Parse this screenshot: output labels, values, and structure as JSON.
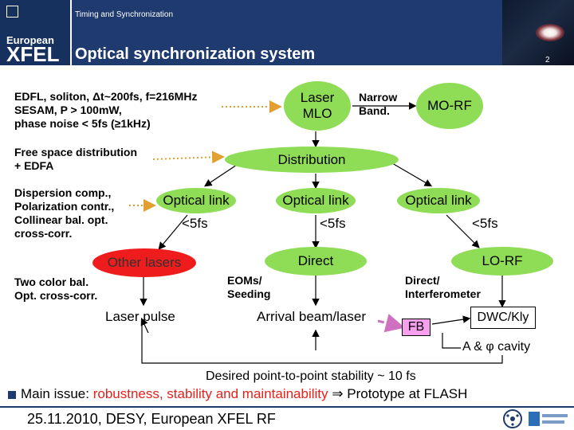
{
  "header": {
    "logo_top": "European",
    "logo_bottom": "XFEL",
    "subtitle": "Timing and Synchronization",
    "title": "Optical synchronization system",
    "page_number": "2"
  },
  "notes": {
    "edfl": [
      "EDFL, soliton, Δt~200fs, f=216MHz",
      "SESAM, P > 100mW,",
      "phase noise < 5fs (≥1kHz)"
    ],
    "free_space": [
      "Free space distribution",
      "+ EDFA"
    ],
    "dispersion": [
      "Dispersion comp.,",
      "Polarization contr.,",
      "Collinear bal. opt.",
      "cross-corr."
    ],
    "two_color": [
      "Two color bal.",
      "Opt. cross-corr."
    ],
    "narrow": [
      "Narrow",
      "Band."
    ],
    "eoms": [
      "EOMs/",
      "Seeding"
    ],
    "direct_interf": [
      "Direct/",
      "Interferometer"
    ]
  },
  "nodes": {
    "laser_mlo": [
      "Laser",
      "MLO"
    ],
    "mo_rf": "MO-RF",
    "distribution": "Distribution",
    "optical_link_1": "Optical link",
    "optical_link_2": "Optical link",
    "optical_link_3": "Optical link",
    "link_spec_1": "<5fs",
    "link_spec_2": "<5fs",
    "link_spec_3": "<5fs",
    "other_lasers": "Other lasers",
    "direct": "Direct",
    "lo_rf": "LO-RF",
    "laser_pulse": "Laser pulse",
    "arrival": "Arrival beam/laser",
    "fb": "FB",
    "dwc_kly": "DWC/Kly",
    "cavity": "A & φ cavity"
  },
  "stability": "Desired point-to-point stability ~ 10 fs",
  "main_issue": {
    "bullet": "n",
    "lead": "Main issue: ",
    "highlight": "robustness, stability and maintainability",
    "arrow": " ⇒ ",
    "tail": "Prototype at FLASH"
  },
  "footer": "25.11.2010, DESY, European XFEL RF",
  "colors": {
    "header": "#1f3a6e",
    "green": "#8fdc56",
    "red": "#ee1c1c",
    "pink": "#f8a0ee",
    "highlight": "#e8201a",
    "dotted": "#e2a030"
  },
  "icons": [
    "logo-square-icon",
    "partner-logo-icon",
    "helmholtz-logo-icon"
  ]
}
